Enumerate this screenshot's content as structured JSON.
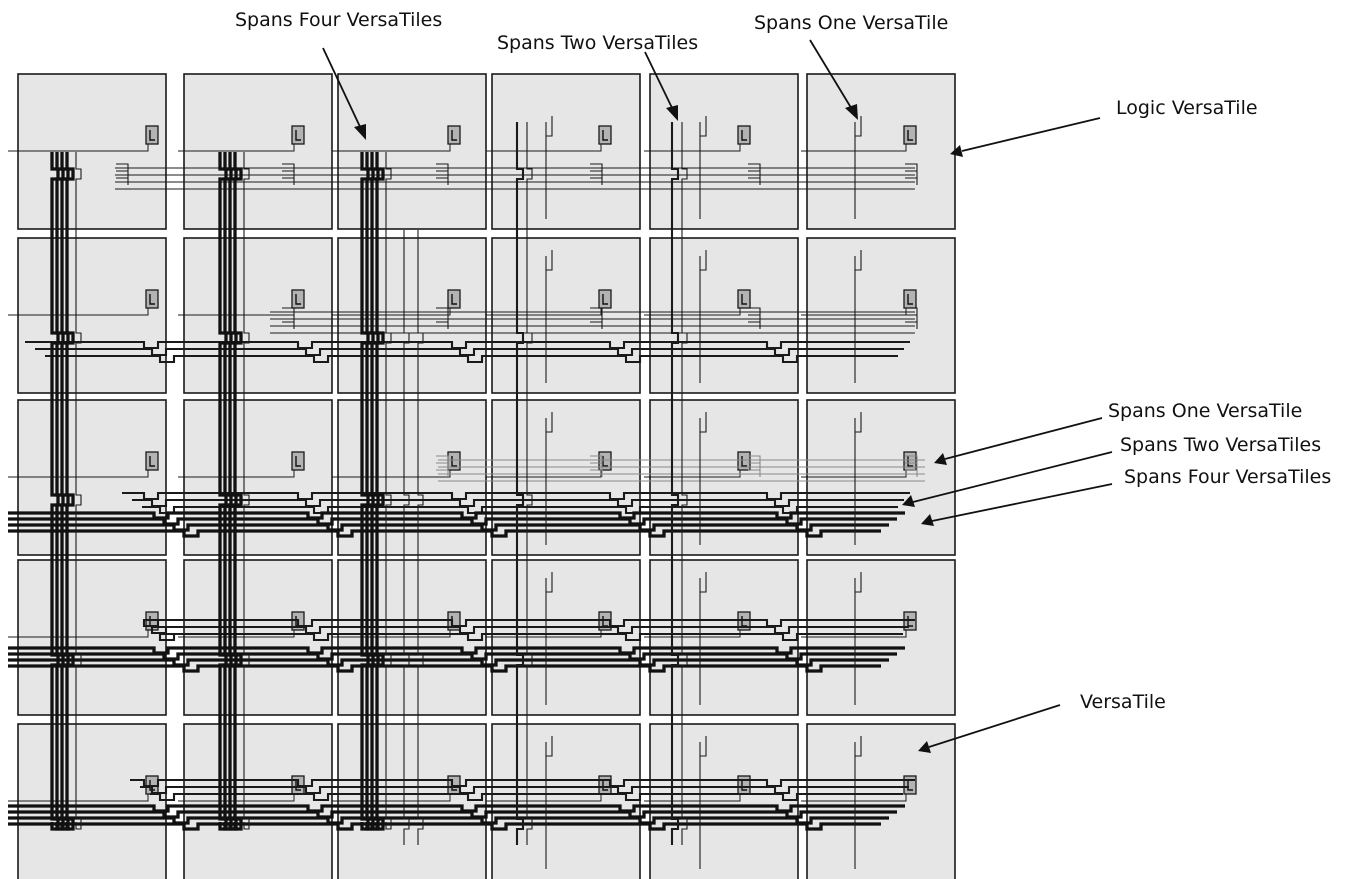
{
  "labels": {
    "top_span_four": "Spans Four VersaTiles",
    "top_span_two": "Spans Two VersaTiles",
    "top_span_one": "Spans One VersaTile",
    "logic_versatile": "Logic VersaTile",
    "side_span_one": "Spans One VersaTile",
    "side_span_two": "Spans Two VersaTiles",
    "side_span_four": "Spans Four VersaTiles",
    "versatile": "VersaTile"
  },
  "grid": {
    "columns": 6,
    "rows": 5
  },
  "colors": {
    "tile_fill": "#e6e6e6",
    "logic_cell_fill": "#b3b3b3",
    "wire": "#1a1a1a",
    "span_one_gray": "#8a8a8a"
  }
}
